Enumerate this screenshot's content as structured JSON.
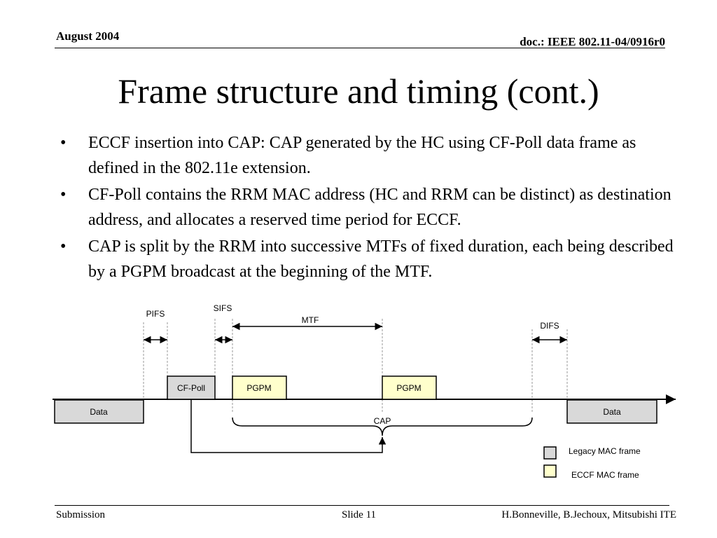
{
  "header": {
    "date": "August 2004",
    "doc": "doc.: IEEE 802.11-04/0916r0"
  },
  "title": "Frame structure and timing (cont.)",
  "bullets": [
    {
      "marker": "•",
      "text": "ECCF insertion into CAP: CAP generated by the HC using CF-Poll data frame as defined in the 802.11e extension."
    },
    {
      "marker": "•",
      "text": "CF-Poll contains the RRM MAC address (HC and RRM can be distinct) as destination address, and allocates a reserved time period for ECCF."
    },
    {
      "marker": "•",
      "text": "CAP is split by the RRM into successive MTFs of fixed duration, each being described by a PGPM broadcast at the beginning of the MTF."
    }
  ],
  "diagram": {
    "frames": {
      "data_left": "Data",
      "cf_poll": "CF-Poll",
      "pgpm_1": "PGPM",
      "pgpm_2": "PGPM",
      "data_right": "Data"
    },
    "intervals": {
      "pifs": "PIFS",
      "sifs": "SIFS",
      "mtf": "MTF",
      "difs": "DIFS",
      "cap": "CAP"
    },
    "legend": {
      "legacy": "Legacy MAC frame",
      "eccf": "ECCF MAC frame"
    },
    "colors": {
      "legacy_fill": "#d9d9d9",
      "eccf_fill": "#ffffcc"
    }
  },
  "footer": {
    "left": "Submission",
    "mid": "Slide 11",
    "right": "H.Bonneville, B.Jechoux, Mitsubishi ITE"
  }
}
